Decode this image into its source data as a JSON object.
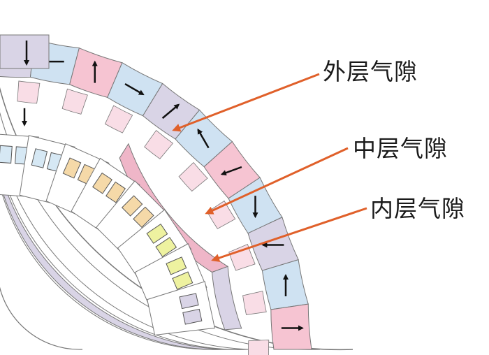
{
  "labels": {
    "outer_gap": "外层气隙",
    "middle_gap": "中层气隙",
    "inner_gap": "内层气隙"
  },
  "colors": {
    "arrow": "#e0602a",
    "magnet_blue": "#cfe2f2",
    "magnet_pink": "#f6c4d2",
    "magnet_lavender": "#d9d4e6",
    "modulator_pink": "#f9dde6",
    "inner_ring": "#efb6c8",
    "slot_fill": "#d6e8f4",
    "coil_orange": "#f5d9a8",
    "coil_yellow": "#eef2a0",
    "outline": "#777777"
  },
  "icons": {
    "magnetization_arrow": "arrow-icon"
  }
}
